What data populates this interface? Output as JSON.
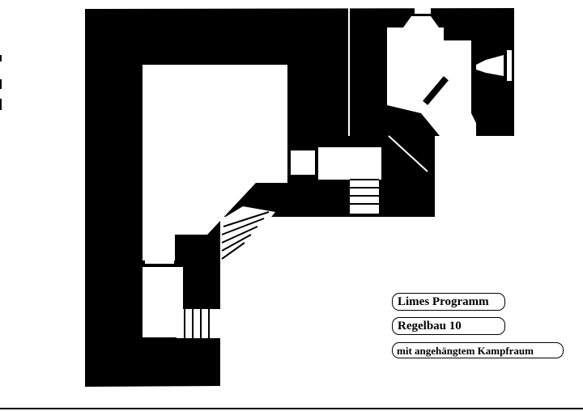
{
  "labels": {
    "program": "Limes Programm",
    "model": "Regelbau 10",
    "description": "mit angehängtem Kampfraum"
  },
  "colors": {
    "wall": "#000000",
    "room": "#ffffff",
    "border": "#000000"
  }
}
